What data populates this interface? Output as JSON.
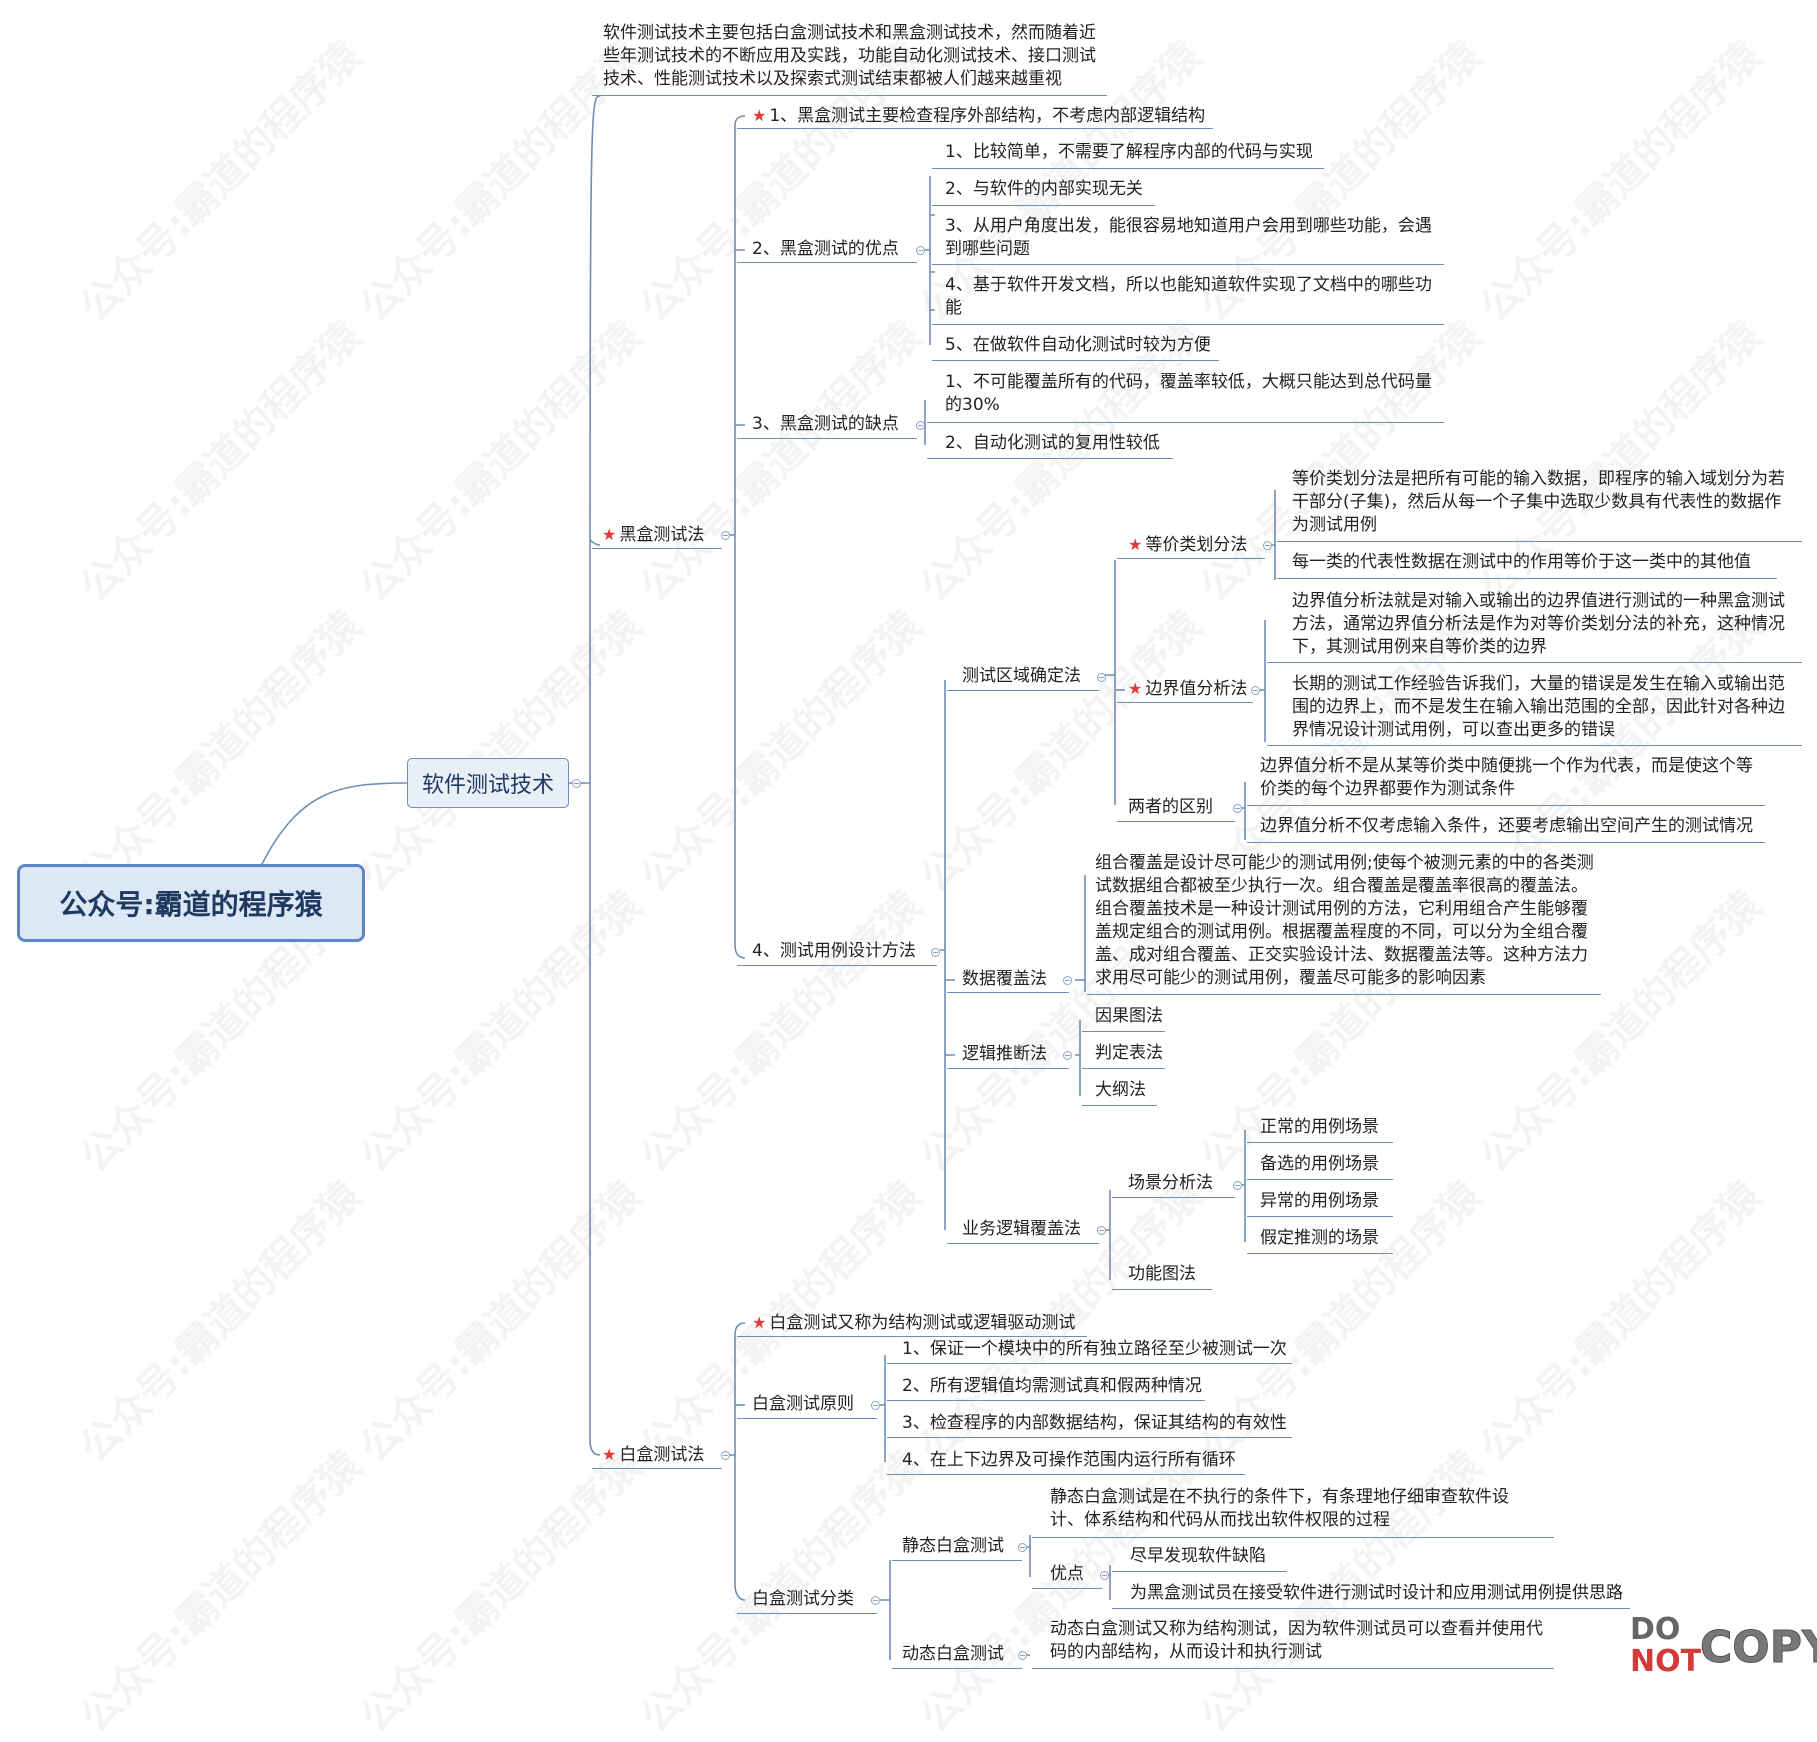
{
  "watermark": "公众号:霸道的程序猿",
  "stamp": {
    "do": "DO",
    "not": "NOT",
    "copy": "COPY"
  },
  "root": {
    "label": "公众号:霸道的程序猿"
  },
  "main": {
    "label": "软件测试技术"
  },
  "intro": {
    "text": "软件测试技术主要包括白盒测试技术和黑盒测试技术，然而随着近些年测试技术的不断应用及实践，功能自动化测试技术、接口测试技术、性能测试技术以及探索式测试结束都被人们越来越重视"
  },
  "blackbox": {
    "label": "黑盒测试法",
    "point1": "1、黑盒测试主要检查程序外部结构，不考虑内部逻辑结构",
    "advantages": {
      "label": "2、黑盒测试的优点",
      "items": [
        "1、比较简单，不需要了解程序内部的代码与实现",
        "2、与软件的内部实现无关",
        "3、从用户角度出发，能很容易地知道用户会用到哪些功能，会遇到哪些问题",
        "4、基于软件开发文档，所以也能知道软件实现了文档中的哪些功能",
        "5、在做软件自动化测试时较为方便"
      ]
    },
    "disadvantages": {
      "label": "3、黑盒测试的缺点",
      "items": [
        "1、不可能覆盖所有的代码，覆盖率较低，大概只能达到总代码量的30%",
        "2、自动化测试的复用性较低"
      ]
    },
    "design": {
      "label": "4、测试用例设计方法",
      "domain": {
        "label": "测试区域确定法",
        "equivalence": {
          "label": "等价类划分法",
          "items": [
            "等价类划分法是把所有可能的输入数据，即程序的输入域划分为若干部分(子集)，然后从每一个子集中选取少数具有代表性的数据作为测试用例",
            "每一类的代表性数据在测试中的作用等价于这一类中的其他值"
          ]
        },
        "boundary": {
          "label": "边界值分析法",
          "items": [
            "边界值分析法就是对输入或输出的边界值进行测试的一种黑盒测试方法，通常边界值分析法是作为对等价类划分法的补充，这种情况下，其测试用例来自等价类的边界",
            "长期的测试工作经验告诉我们，大量的错误是发生在输入或输出范围的边界上，而不是发生在输入输出范围的全部，因此针对各种边界情况设计测试用例，可以查出更多的错误"
          ]
        },
        "difference": {
          "label": "两者的区别",
          "items": [
            "边界值分析不是从某等价类中随便挑一个作为代表，而是使这个等价类的每个边界都要作为测试条件",
            "边界值分析不仅考虑输入条件，还要考虑输出空间产生的测试情况"
          ]
        }
      },
      "coverage": {
        "label": "数据覆盖法",
        "text": "组合覆盖是设计尽可能少的测试用例;使每个被测元素的中的各类测试数据组合都被至少执行一次。组合覆盖是覆盖率很高的覆盖法。组合覆盖技术是一种设计测试用例的方法，它利用组合产生能够覆盖规定组合的测试用例。根据覆盖程度的不同，可以分为全组合覆盖、成对组合覆盖、正交实验设计法、数据覆盖法等。这种方法力求用尽可能少的测试用例，覆盖尽可能多的影响因素"
      },
      "logic": {
        "label": "逻辑推断法",
        "items": [
          "因果图法",
          "判定表法",
          "大纲法"
        ]
      },
      "business": {
        "label": "业务逻辑覆盖法",
        "scenario": {
          "label": "场景分析法",
          "items": [
            "正常的用例场景",
            "备选的用例场景",
            "异常的用例场景",
            "假定推测的场景"
          ]
        },
        "function": "功能图法"
      }
    }
  },
  "whitebox": {
    "label": "白盒测试法",
    "point1": "白盒测试又称为结构测试或逻辑驱动测试",
    "principles": {
      "label": "白盒测试原则",
      "items": [
        "1、保证一个模块中的所有独立路径至少被测试一次",
        "2、所有逻辑值均需测试真和假两种情况",
        "3、检查程序的内部数据结构，保证其结构的有效性",
        "4、在上下边界及可操作范围内运行所有循环"
      ]
    },
    "classification": {
      "label": "白盒测试分类",
      "static": {
        "label": "静态白盒测试",
        "text": "静态白盒测试是在不执行的条件下，有条理地仔细审查软件设计、体系结构和代码从而找出软件权限的过程",
        "advantages": {
          "label": "优点",
          "items": [
            "尽早发现软件缺陷",
            "为黑盒测试员在接受软件进行测试时设计和应用测试用例提供思路"
          ]
        }
      },
      "dynamic": {
        "label": "动态白盒测试",
        "text": "动态白盒测试又称为结构测试，因为软件测试员可以查看并使用代码的内部结构，从而设计和执行测试"
      }
    }
  }
}
